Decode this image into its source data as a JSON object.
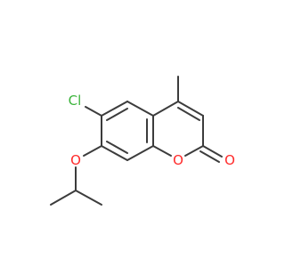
{
  "molecule": {
    "atoms": [
      {
        "id": "cl",
        "label": "Cl",
        "color": "#3cb43c"
      },
      {
        "id": "o-ether",
        "label": "O",
        "color": "#ff2a2a"
      },
      {
        "id": "o-ring",
        "label": "O",
        "color": "#ff2a2a"
      },
      {
        "id": "o-carbonyl",
        "label": "O",
        "color": "#ff2a2a"
      }
    ],
    "bond_color": "#3c3c3c"
  }
}
